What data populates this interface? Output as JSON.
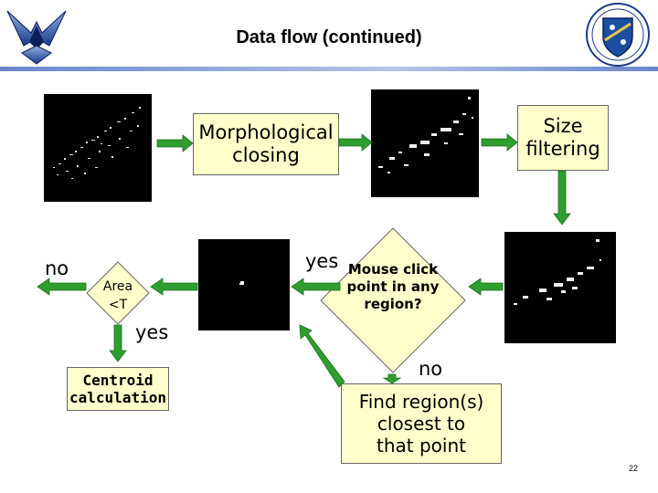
{
  "header": {
    "title": "Data flow (continued)"
  },
  "steps": {
    "morph_closing": "Morphological closing",
    "size_filtering": "Size filtering",
    "mouse_click": "Mouse click point in any region?",
    "area_check_label": "Area",
    "area_check_expr": "<T",
    "centroid": "Centroid calculation",
    "find_region": "Find region(s) closest to that point"
  },
  "labels": {
    "yes_1": "yes",
    "yes_2": "yes",
    "no_1": "no",
    "no_2": "no"
  },
  "footer": {
    "page": "22"
  },
  "colors": {
    "arrow_green": "#2e9e2e",
    "box_fill": "#ffffcc",
    "diamond_fill": "#ffffcc"
  }
}
